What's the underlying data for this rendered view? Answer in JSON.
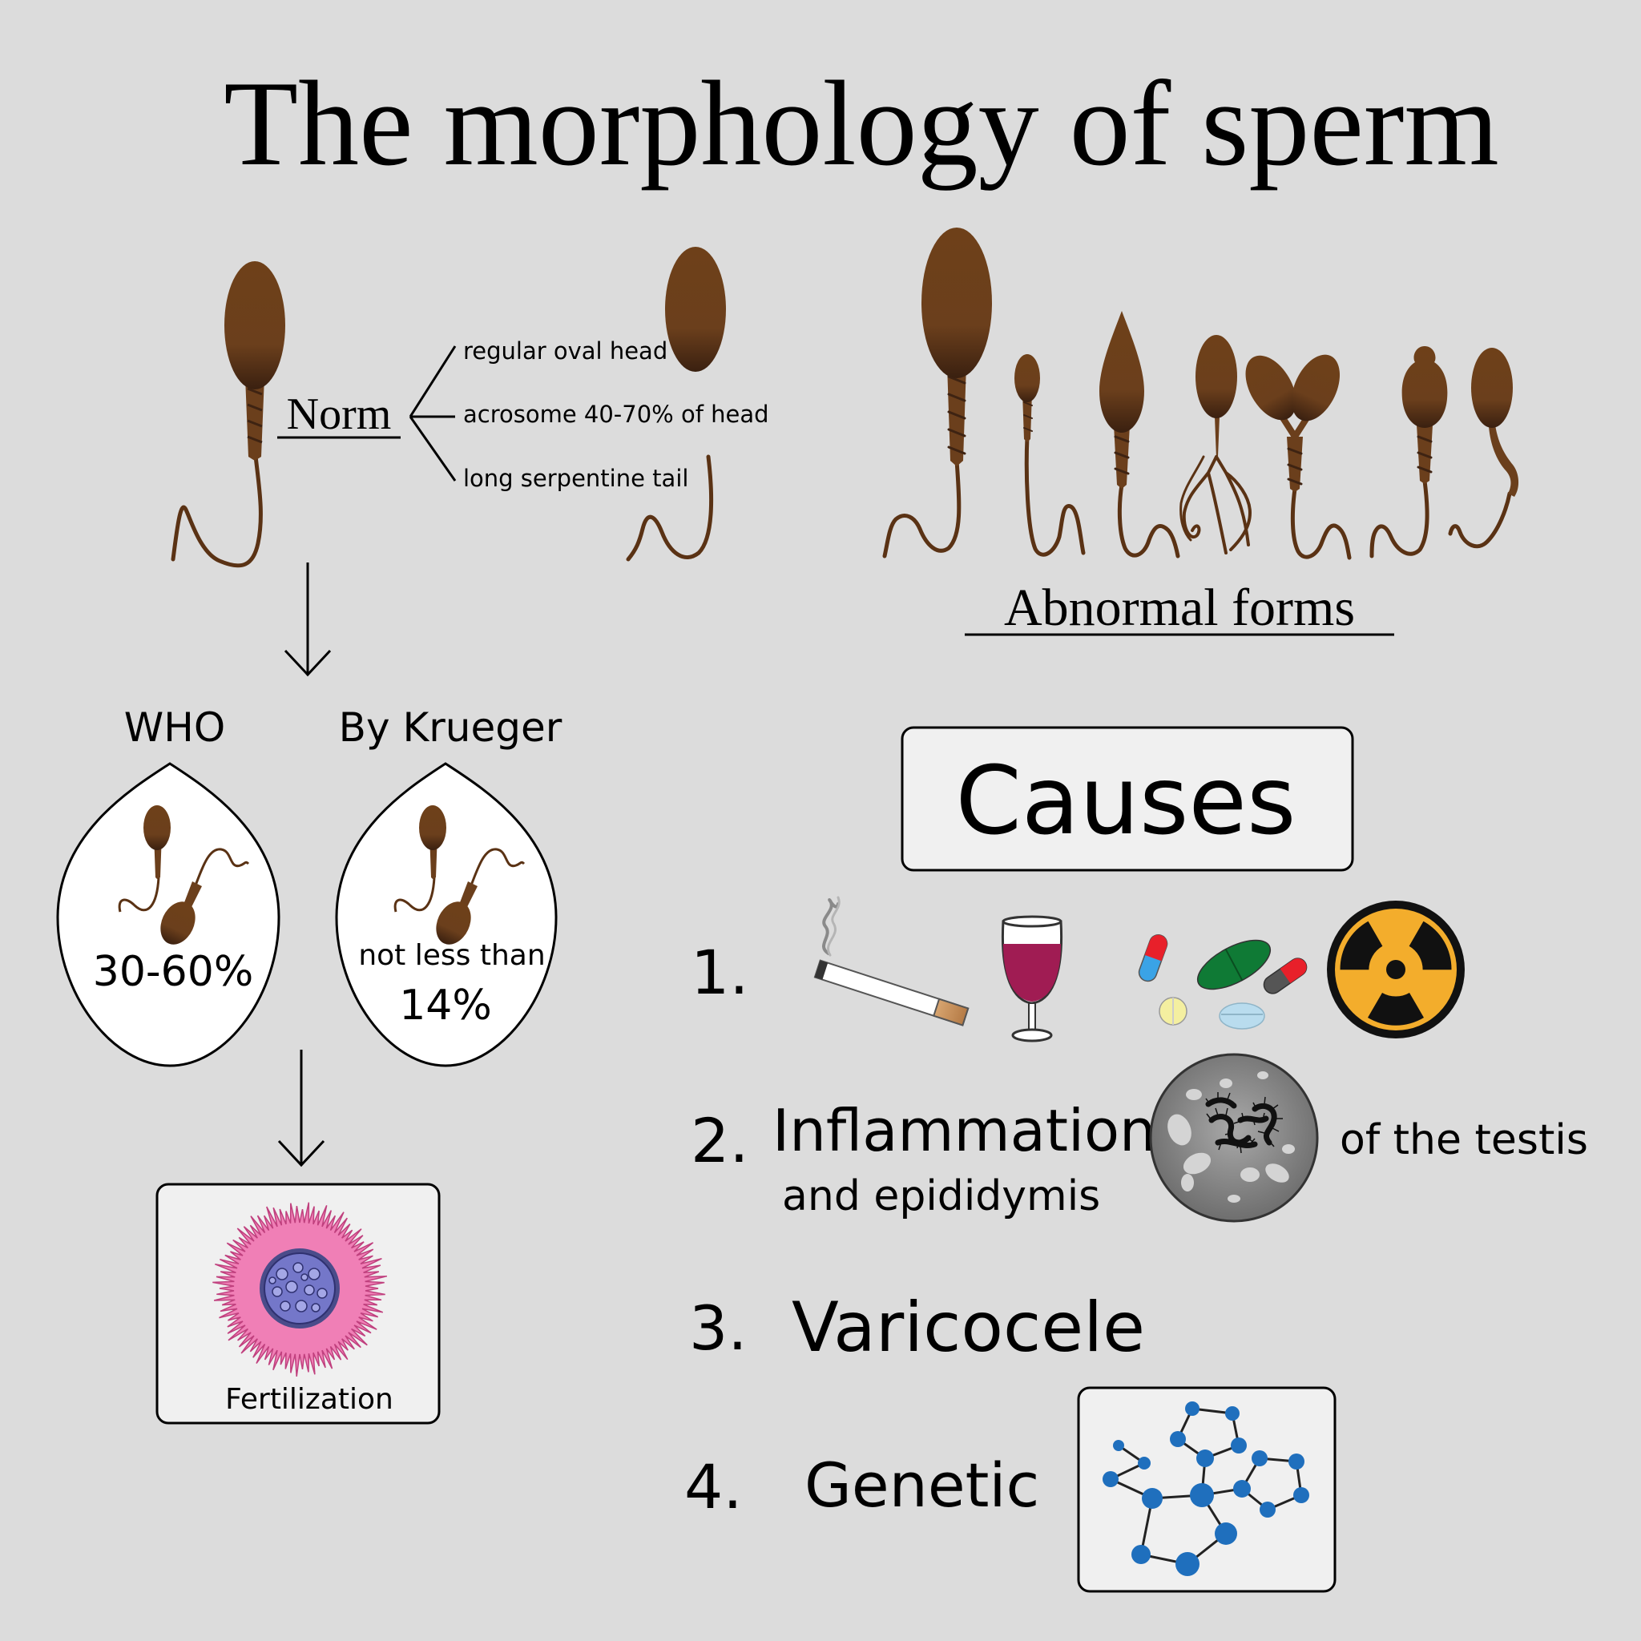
{
  "title": "The morphology of sperm",
  "norm": {
    "label": "Norm",
    "features": [
      "regular oval head",
      "acrosome 40-70% of head",
      "long serpentine tail"
    ]
  },
  "abnormal": {
    "label": "Abnormal forms"
  },
  "criteria": {
    "who": {
      "label": "WHO",
      "value": "30-60%"
    },
    "krueger": {
      "label": "By Krueger",
      "value_line1": "not less than",
      "value_line2": "14%"
    }
  },
  "fertilization": {
    "label": "Fertilization"
  },
  "causes": {
    "heading": "Causes",
    "items": [
      {
        "number": "1."
      },
      {
        "number": "2.",
        "text_main": "Inflammation",
        "text_sub": "and epididymis",
        "text_side": "of the testis"
      },
      {
        "number": "3.",
        "text_main": "Varicocele"
      },
      {
        "number": "4.",
        "text_main": "Genetic"
      }
    ]
  },
  "colors": {
    "background": "#dcdcdc",
    "sperm_head": "#6b3f1c",
    "sperm_head_dark": "#3e2312",
    "sperm_tail": "#5a3214",
    "egg_corona": "#f07fb6",
    "egg_nucleus": "#7477c9",
    "radiation": "#f3ad2c",
    "wine": "#a01c53",
    "capsule_red": "#e8202a",
    "capsule_blue": "#3aa3e6",
    "capsule_green": "#0f7a35",
    "molecule": "#1f6fbd"
  }
}
